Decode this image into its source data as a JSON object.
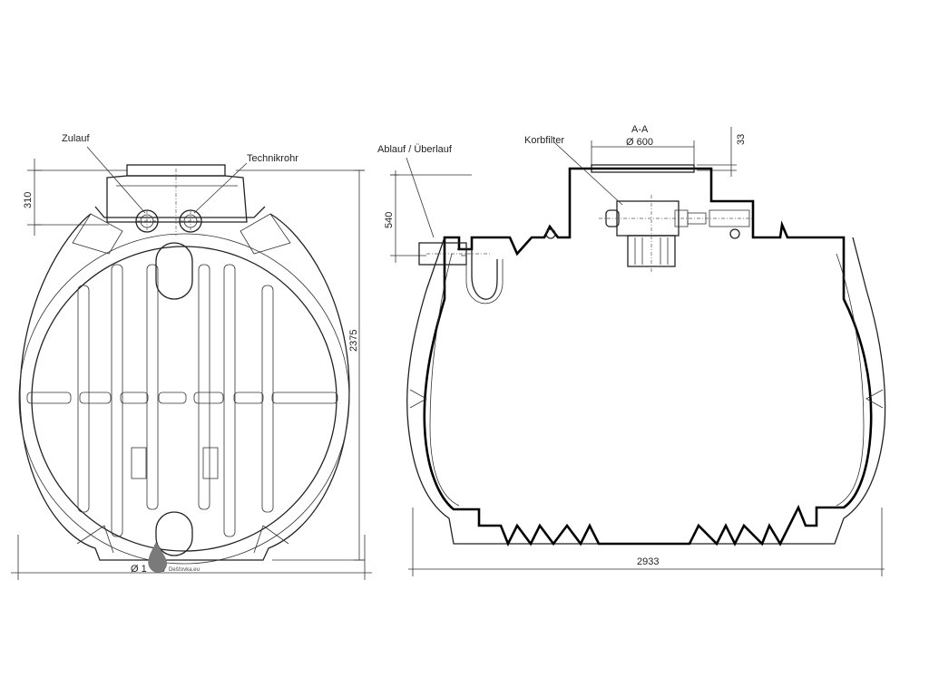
{
  "labels": {
    "zulauf": "Zulauf",
    "technikrohr": "Technikrohr",
    "ablauf": "Ablauf / Überlauf",
    "korbfilter": "Korbfilter",
    "section": "A-A",
    "diameter_lid": "Ø 600",
    "diameter_tank": "Ø 1",
    "diameter_tank_tail": "0"
  },
  "dimensions": {
    "inlet_height": "310",
    "total_height": "2375",
    "outlet_height": "540",
    "lid_offset": "33",
    "total_length": "2933"
  },
  "watermark": {
    "text": "Dešťovka.eu",
    "color": "#888888"
  }
}
